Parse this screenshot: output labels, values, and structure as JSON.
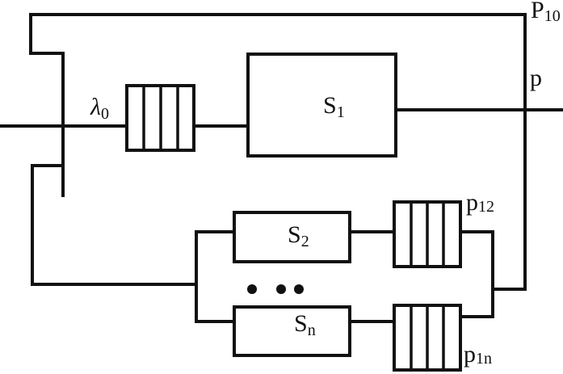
{
  "labels": {
    "p10": {
      "main": "P",
      "sub": "10"
    },
    "p": "p",
    "lambda0": {
      "main": "λ",
      "sub": "0"
    },
    "s1": {
      "main": "S",
      "sub": "1"
    },
    "s2": {
      "main": "S",
      "sub": "2"
    },
    "sn": {
      "main": "S",
      "sub": "n"
    },
    "p12": {
      "main": "p",
      "sub": "12"
    },
    "p1n": {
      "main": "p",
      "sub": "1n"
    }
  }
}
